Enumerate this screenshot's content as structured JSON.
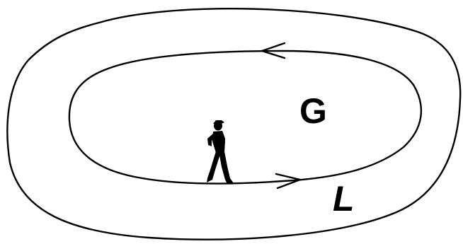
{
  "diagram": {
    "inner_region_label": "G",
    "outer_curve_label": "L",
    "inner_curve_arrows": [
      "left-top",
      "right-bottom"
    ],
    "figure_icon": "walking-person-icon",
    "stroke_color": "#000000",
    "background_color": "#ffffff"
  }
}
